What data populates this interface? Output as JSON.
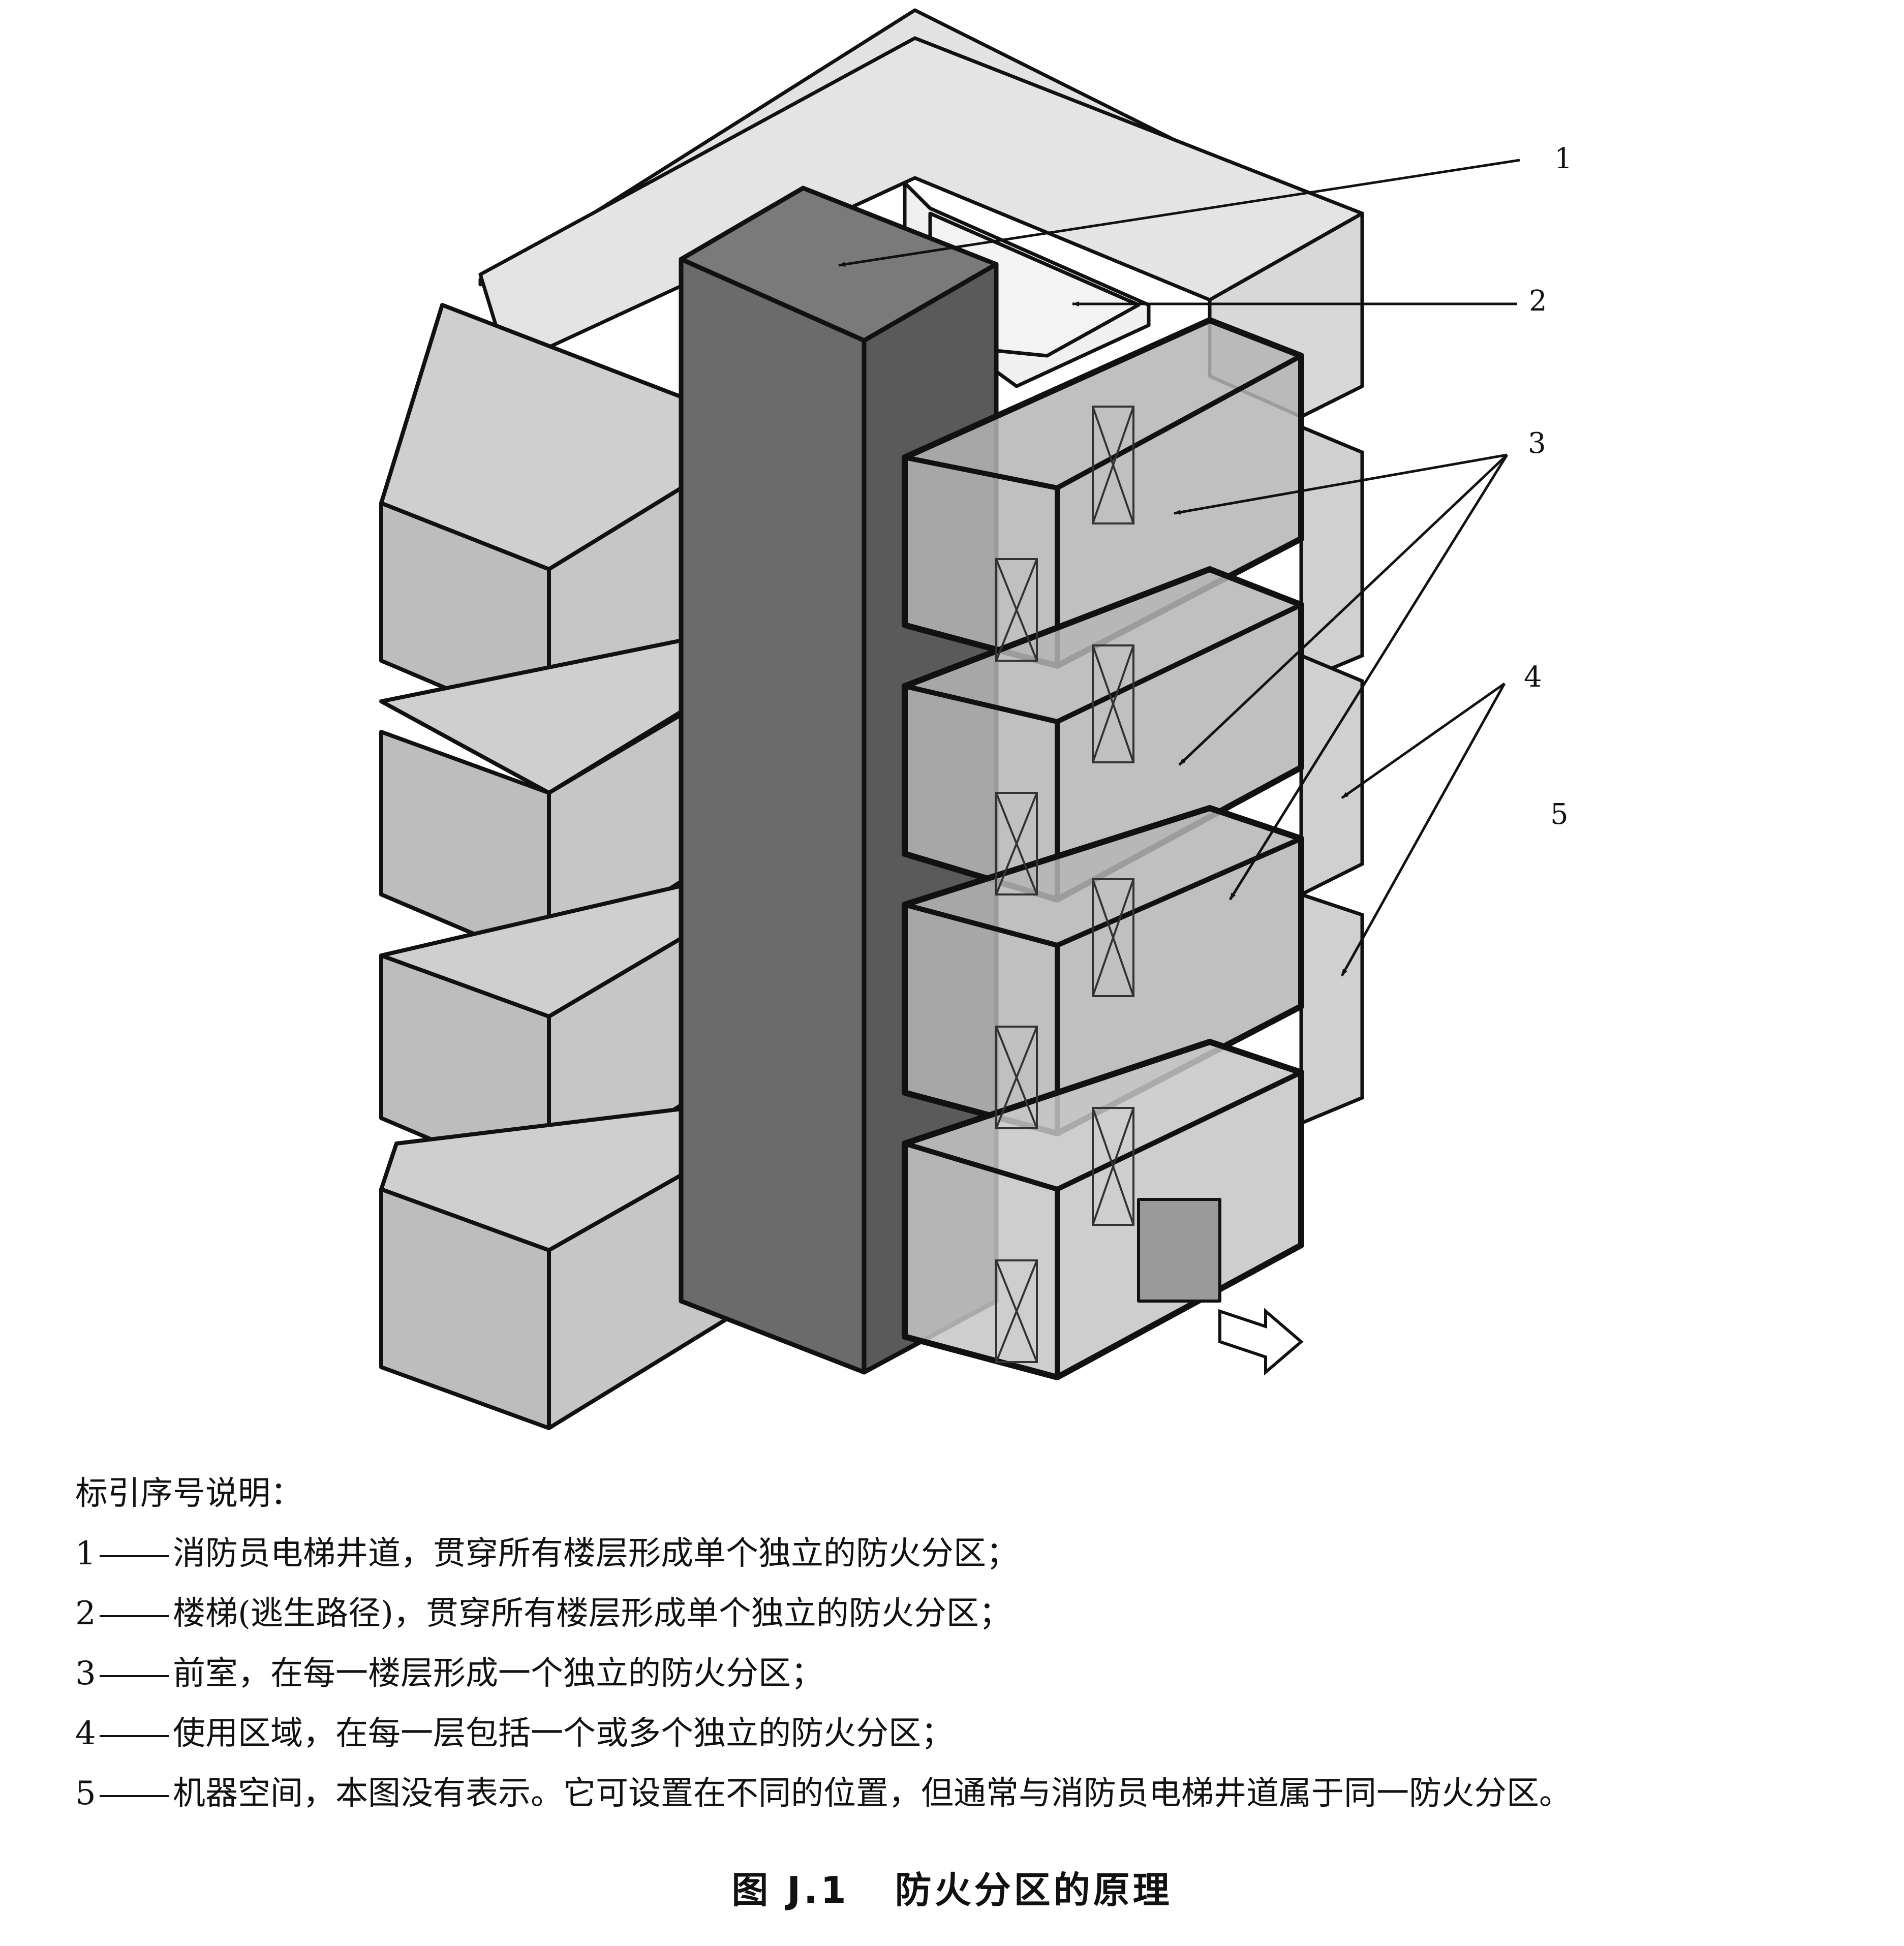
{
  "callouts": [
    {
      "number": "1"
    },
    {
      "number": "2"
    },
    {
      "number": "3"
    },
    {
      "number": "4"
    },
    {
      "number": "5"
    }
  ],
  "legend": {
    "heading": "标引序号说明：",
    "items": [
      {
        "number": "1",
        "text": "消防员电梯井道，贯穿所有楼层形成单个独立的防火分区；"
      },
      {
        "number": "2",
        "text": "楼梯(逃生路径)，贯穿所有楼层形成单个独立的防火分区；"
      },
      {
        "number": "3",
        "text": "前室，在每一楼层形成一个独立的防火分区；"
      },
      {
        "number": "4",
        "text": "使用区域，在每一层包括一个或多个独立的防火分区；"
      },
      {
        "number": "5",
        "text": "机器空间，本图没有表示。它可设置在不同的位置，但通常与消防员电梯井道属于同一防火分区。"
      }
    ]
  },
  "caption": {
    "figure_number": "图 J.1",
    "title": "防火分区的原理"
  },
  "colors": {
    "shaft": "#6b6b6b",
    "shaft_side": "#5a5a5a",
    "wing_front": "#bdbdbd",
    "wing_top": "#cfcfcf",
    "building_top": "#e2e2e2",
    "stair_void": "#f0f0f0",
    "lobby": "#b5b5b5",
    "outline": "#111111"
  }
}
